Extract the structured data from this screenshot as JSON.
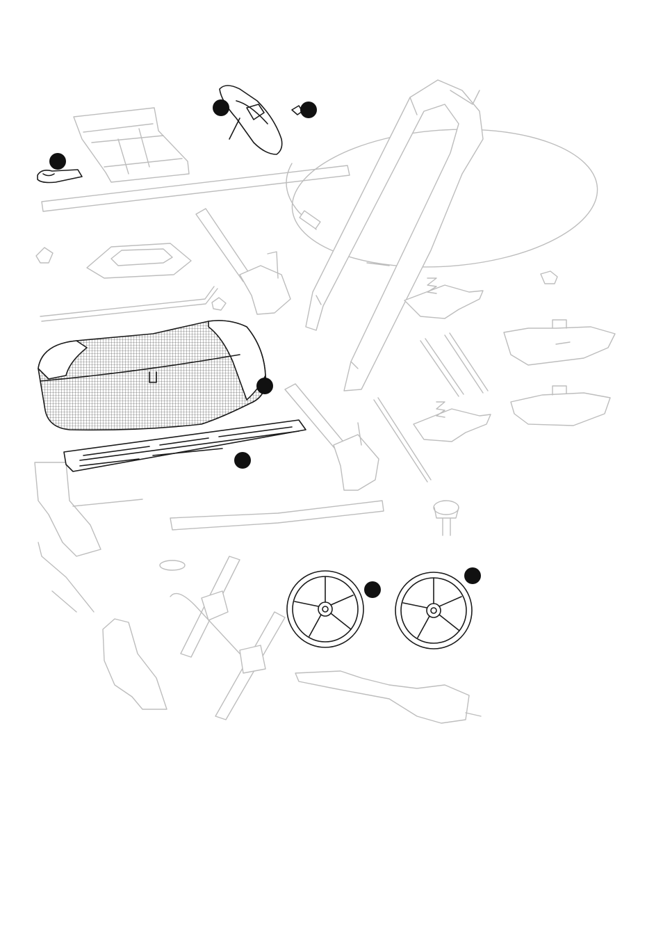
{
  "diagram": {
    "kind": "exploded-parts-view",
    "highlighted_parts": [
      "handle-strap",
      "seat-tray",
      "small-clip",
      "shopping-basket",
      "basket-base-panel",
      "rear-wheel-left",
      "rear-wheel-right"
    ],
    "marker_count": 7,
    "colors": {
      "highlight_stroke": "#1a1a1a",
      "faint_stroke": "#bdbdbd",
      "marker_fill": "#111111",
      "background": "#ffffff"
    }
  }
}
